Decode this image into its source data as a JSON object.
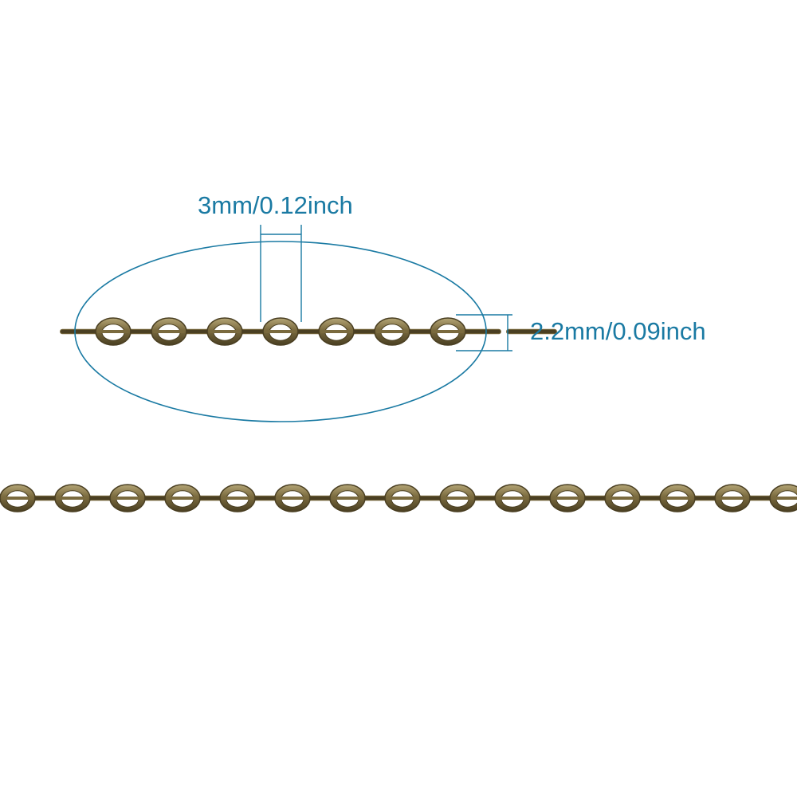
{
  "product": {
    "type": "cable-chain",
    "finish": "antique-bronze",
    "link_count_detail": 7,
    "link_count_full": 15
  },
  "dimensions": {
    "length_label": "3mm/0.12inch",
    "width_label": "2.2mm/0.09inch"
  },
  "colors": {
    "annotation": "#1a7aa3",
    "metal_base": "#7a6a3e",
    "metal_highlight": "#b4a576",
    "metal_shadow": "#4a3f22",
    "background": "#ffffff"
  }
}
